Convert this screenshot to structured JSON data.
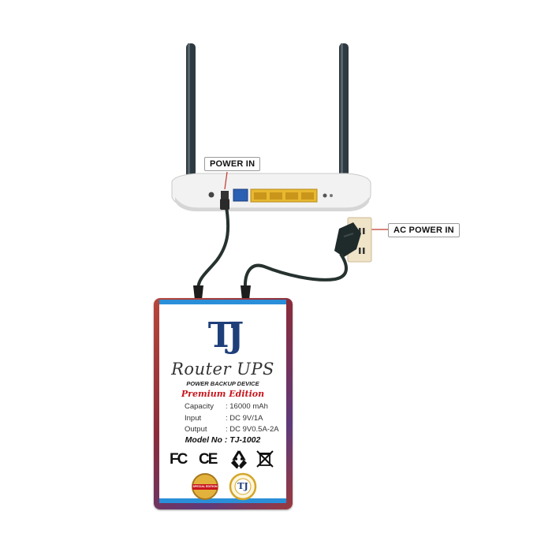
{
  "callouts": {
    "power_in": "POWER IN",
    "ac_power_in": "AC POWER IN"
  },
  "device": {
    "logo": "TJ",
    "name": "Router UPS",
    "subtitle": "POWER BACKUP DEVICE",
    "edition": "Premium Edition",
    "specs": [
      {
        "label": "Capacity",
        "value": ": 16000 mAh"
      },
      {
        "label": "Input",
        "value": ": DC 9V/1A"
      },
      {
        "label": "Output",
        "value": ": DC 9V0.5A-2A"
      }
    ],
    "model": "Model No :  TJ-1002",
    "cert_marks": [
      "FC",
      "CE"
    ],
    "badges": {
      "special_edition": "SPECIAL EDITION",
      "original_logo": "TJ"
    }
  },
  "colors": {
    "label_border": "#2a8fd8",
    "edition_red": "#c8161d",
    "case_red": "#9b3a3c",
    "router_white": "#f2f2f2",
    "lan_port_yellow": "#e8b830",
    "wan_port_blue": "#2b5fb3"
  },
  "icons": [
    "fcc-icon",
    "ce-icon",
    "recycle-icon",
    "weee-bin-icon",
    "special-edition-badge-icon",
    "original-seal-icon",
    "wall-socket-icon",
    "power-adapter-icon"
  ]
}
